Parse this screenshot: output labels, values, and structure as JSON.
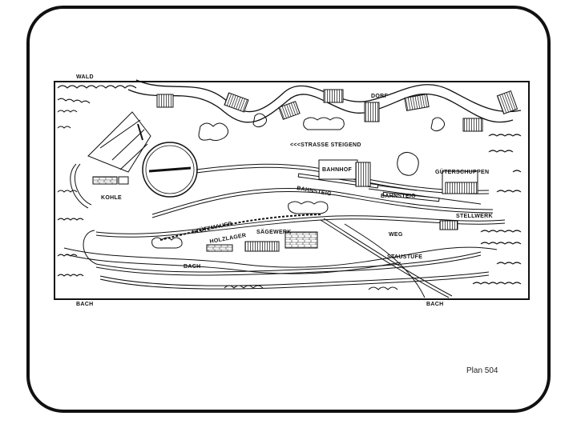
{
  "plan_number": "Plan 504",
  "labels": {
    "wald": "WALD",
    "dorf": "DORF",
    "strasse": "<<<STRASSE STEIGEND",
    "bahnhof": "BAHNHOF",
    "gueterschuppen": "GÜTERSCHUPPEN",
    "kohle": "KOHLE",
    "bahnsteig_left": "BAHNSTEIG",
    "bahnsteig_right": "BAHNSTEIG",
    "stellwerk": "STELLWERK",
    "stuetzmauer": "STÜTZMAUER",
    "saegewerk": "SÄGEWERK",
    "holzlager": "HOLZLAGER",
    "weg": "WEG",
    "staustufe": "STAUSTUFE",
    "bach_mid": "BACH",
    "bach_left": "BACH",
    "bach_right": "BACH"
  },
  "colors": {
    "ink": "#111111",
    "paper": "#ffffff"
  }
}
